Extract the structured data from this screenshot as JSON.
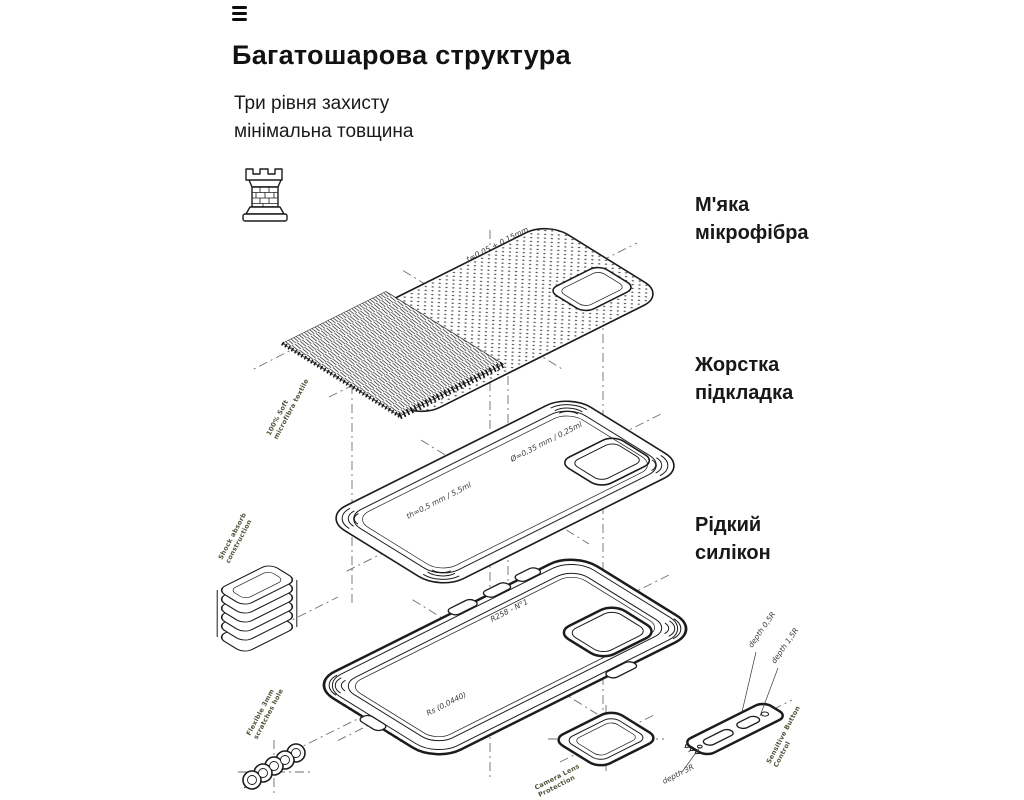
{
  "colors": {
    "ink": "#1c1c1c",
    "badge": "#4d5537"
  },
  "header": {
    "title": "Багатошарова структура",
    "subtitle1": "Три рівня захисту",
    "subtitle2": "мінімальна товщина"
  },
  "labels": {
    "microfiber": {
      "l1": "М'яка",
      "l2": "мікрофібра"
    },
    "lining": {
      "l1": "Жорстка",
      "l2": "підкладка"
    },
    "silicone": {
      "l1": "Рідкий",
      "l2": "силікон"
    }
  },
  "annotations": {
    "top_thickness": "t=0,05 + 0,15mm",
    "lining_spec": "Ø=0,35 mm / 0,25ml",
    "lining_thickness": "th=0,5 mm / 5,5ml",
    "case_radius": "R258 - N°1",
    "case_spec": "Rs (0,0440)",
    "depth_a": "depth 0,5R",
    "depth_b": "depth 1,5R",
    "depth_c": "depth 3R"
  },
  "badges": {
    "b1l1": "100% Soft",
    "b1l2": "microfibra textile",
    "b2l1": "Shock absorb",
    "b2l2": "construction",
    "b3l1": "Flexible 3mm",
    "b3l2": "scratches hole",
    "b4l1": "Camera Lens",
    "b4l2": "Protection",
    "b5l1": "Sensitive Button",
    "b5l2": "Control"
  }
}
